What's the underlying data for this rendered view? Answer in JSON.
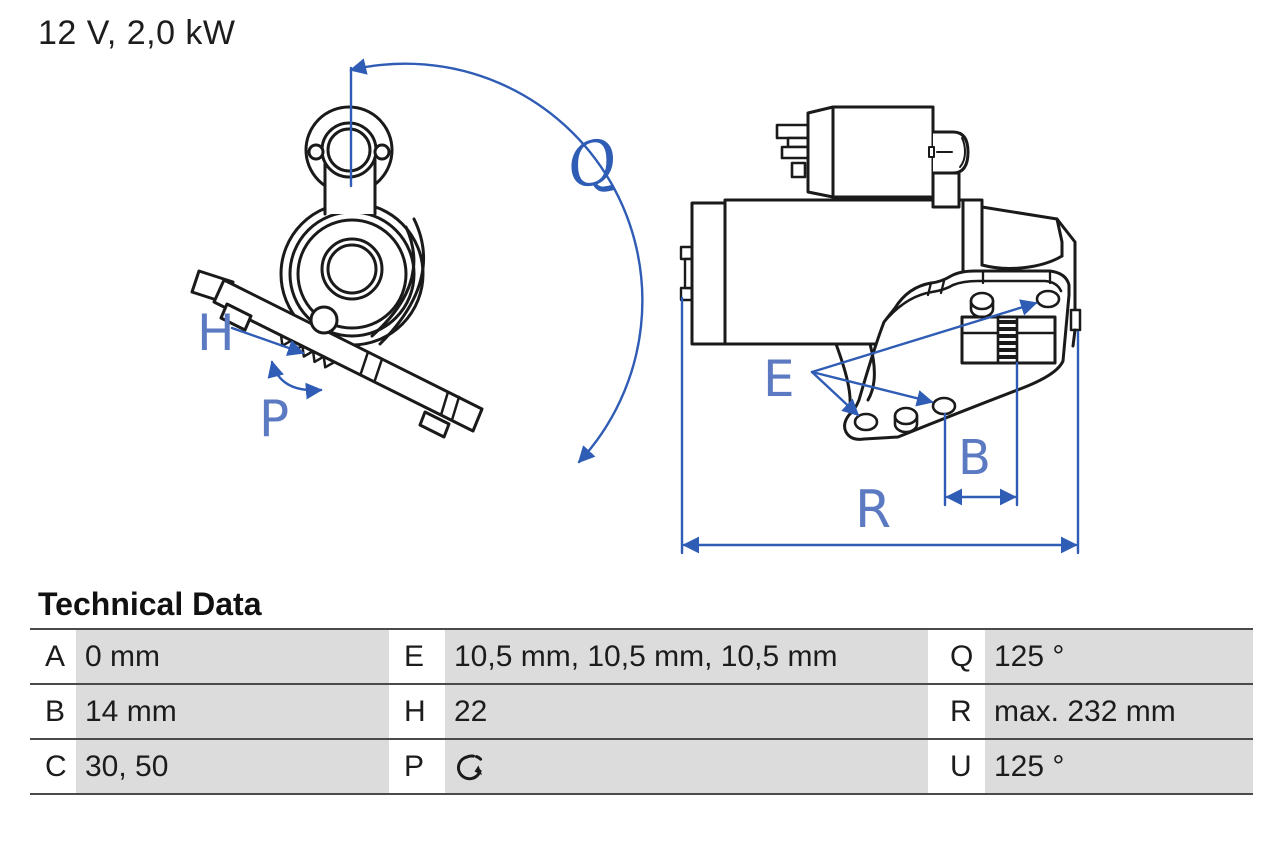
{
  "header": {
    "title": "12 V, 2,0 kW"
  },
  "front_view": {
    "angle_label": "Q",
    "rack_travel_label": "H",
    "pivot_label": "P"
  },
  "side_view": {
    "hole_label": "E",
    "pinion_label": "B",
    "length_label": "R"
  },
  "technical_data": {
    "title": "Technical Data",
    "rows": [
      {
        "c1_key": "A",
        "c1_val": "0 mm",
        "c2_key": "E",
        "c2_val": "10,5 mm, 10,5 mm, 10,5 mm",
        "c3_key": "Q",
        "c3_val": "125 °"
      },
      {
        "c1_key": "B",
        "c1_val": "14 mm",
        "c2_key": "H",
        "c2_val": "22",
        "c3_key": "R",
        "c3_val": "max. 232 mm"
      },
      {
        "c1_key": "C",
        "c1_val": "30, 50",
        "c2_key": "P",
        "c2_val": "",
        "c2_icon": "rotation-clockwise-icon",
        "c3_key": "U",
        "c3_val": "125 °"
      }
    ]
  },
  "colors": {
    "dimension_blue": "#2f5cb5",
    "label_blue": "#5b7ac1",
    "line_black": "#1a1a1a",
    "cell_gray": "#dcdcdc"
  }
}
